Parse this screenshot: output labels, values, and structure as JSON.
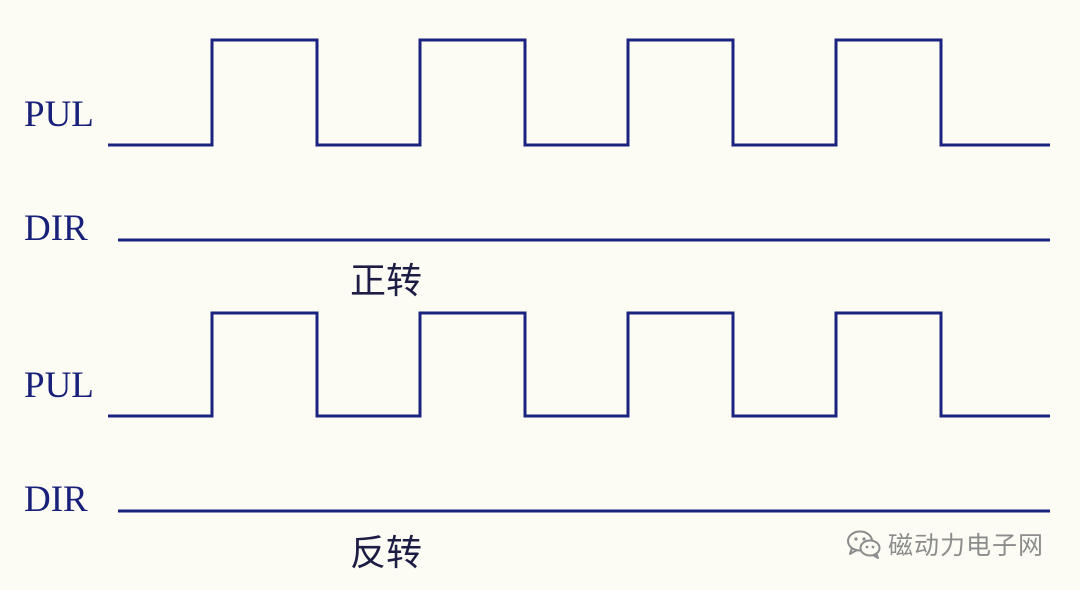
{
  "panels": [
    {
      "pul_label": "PUL",
      "dir_label": "DIR",
      "caption": "正转",
      "pulse_count": 4
    },
    {
      "pul_label": "PUL",
      "dir_label": "DIR",
      "caption": "反转",
      "pulse_count": 4
    }
  ],
  "watermark": {
    "icon": "wechat-icon",
    "text": "磁动力电子网"
  },
  "colors": {
    "background": "#fcfcf5",
    "signal": "#1a2480",
    "label": "#18207a",
    "watermark": "#8c8c8c"
  }
}
